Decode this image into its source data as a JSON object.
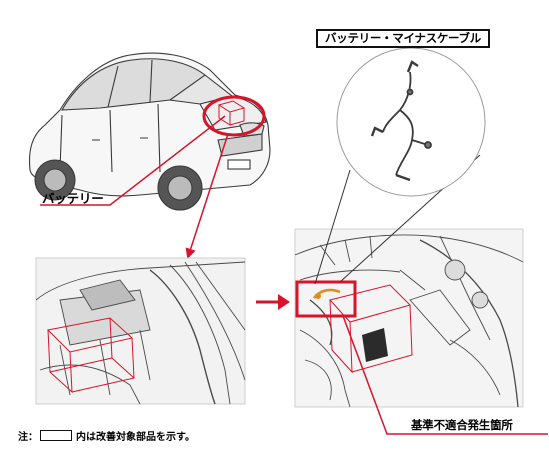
{
  "labels": {
    "cable_title": "バッテリー・マイナスケーブル",
    "battery": "バッテリー",
    "defect_location": "基準不適合発生箇所",
    "note_prefix": "注：",
    "note_suffix": "内は改善対象部品を示す。"
  },
  "colors": {
    "highlight": "#d6142a",
    "line_art": "#3a3a3a",
    "panel_bg": "#f2f2f2"
  },
  "icons": [
    "car-illustration",
    "cable-illustration",
    "engine-bay-illustration",
    "arrow-right-icon"
  ]
}
